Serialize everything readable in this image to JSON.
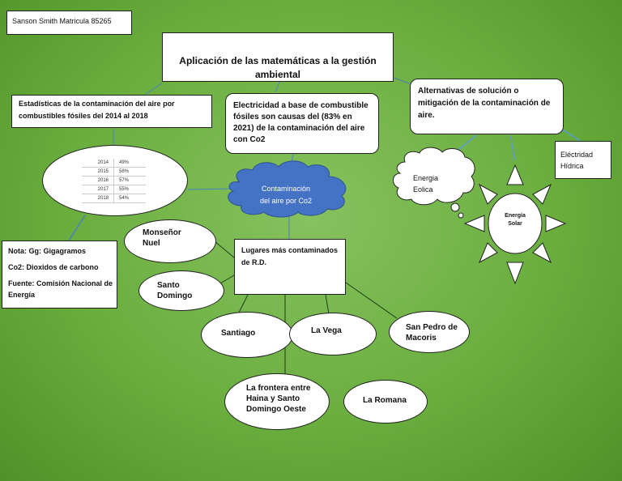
{
  "author": "Sanson Smith Matricula 85265",
  "title": "Aplicación de las matemáticas a la gestión ambiental",
  "stats": {
    "title_line1": "Estadísticas de la contaminación del aire por",
    "title_line2": "combustibles fósiles del 2014 al 2018",
    "rows": [
      {
        "year": "2014",
        "value": "49%"
      },
      {
        "year": "2015",
        "value": "58%"
      },
      {
        "year": "2016",
        "value": "57%"
      },
      {
        "year": "2017",
        "value": "55%"
      },
      {
        "year": "2018",
        "value": "54%"
      }
    ]
  },
  "electricity": "Electricidad a base de combustible fósiles son causas del (83% en 2021) de la contaminación del aire con Co2",
  "center": {
    "line1": "Contaminación",
    "line2": "del aire por  Co2"
  },
  "alternatives": {
    "title": "Alternativas de solución o mitigación de la contaminación de aire.",
    "wind": "Energia Eolica",
    "hydro": "Eléctridad Hídrica",
    "solar_line1": "Energía",
    "solar_line2": "Solar"
  },
  "places": {
    "title": "Lugares más contaminados de R.D.",
    "items": {
      "monsenor": "Monseñor Nuel",
      "santo_domingo": "Santo Domingo",
      "santiago": "Santiago",
      "la_vega": "La Vega",
      "san_pedro": "San Pedro de Macoris",
      "frontera": "La frontera entre Haina y Santo Domingo Oeste",
      "la_romana": "La Romana"
    }
  },
  "notes": {
    "gg": "Nota: Gg: Gigagramos",
    "co2": "Co2: Dioxidos de carbono",
    "source": "Fuente: Comisión Nacional de Energía"
  },
  "colors": {
    "background": "#6aae3e",
    "cloud": "#4472c4",
    "connector_blue": "#5b9bd5",
    "connector_dark": "#1f3d17"
  }
}
